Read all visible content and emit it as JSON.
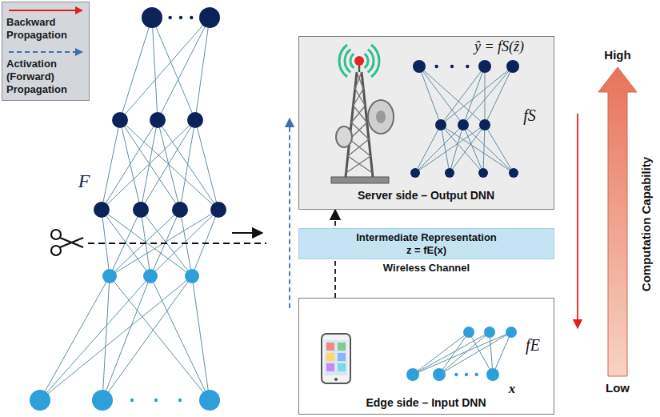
{
  "diagram": {
    "nodes": [
      {
        "text": [
          "ŷ = fS(ẑ)",
          "fS",
          "Server side – Output DNN"
        ]
      },
      {
        "text": [
          "Intermediate Representation",
          "z = fE(x)"
        ]
      },
      {
        "text": [
          "fE",
          "x",
          "Edge side – Input DNN"
        ]
      }
    ],
    "edges": [
      {
        "from": 2,
        "to": 0,
        "arrow": "to"
      }
    ],
    "labels": [
      "F",
      "Wireless Channel",
      "High",
      "Low",
      "Computation Capability"
    ],
    "legend": [
      {
        "text": "Backward Propagation"
      },
      {
        "text": "Activation (Forward) Propagation"
      }
    ]
  }
}
